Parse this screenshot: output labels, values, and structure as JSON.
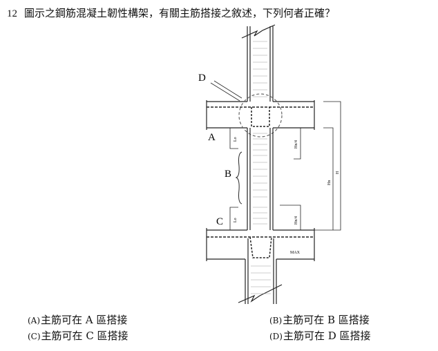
{
  "question": {
    "number": "12",
    "text": "圖示之鋼筋混凝土韌性構架，有關主筋搭接之敘述，下列何者正確？"
  },
  "diagram": {
    "labels": {
      "A": "A",
      "B": "B",
      "C": "C",
      "D": "D"
    },
    "dims": {
      "lo": "Lo",
      "hn4": "Hn/4",
      "hn": "Hn",
      "h": "H",
      "max": "MAX"
    }
  },
  "options": [
    {
      "label": "(A)",
      "text": "主筋可在 A 區搭接"
    },
    {
      "label": "(B)",
      "text": "主筋可在 B 區搭接"
    },
    {
      "label": "(C)",
      "text": "主筋可在 C 區搭接"
    },
    {
      "label": "(D)",
      "text": "主筋可在 D 區搭接"
    }
  ]
}
